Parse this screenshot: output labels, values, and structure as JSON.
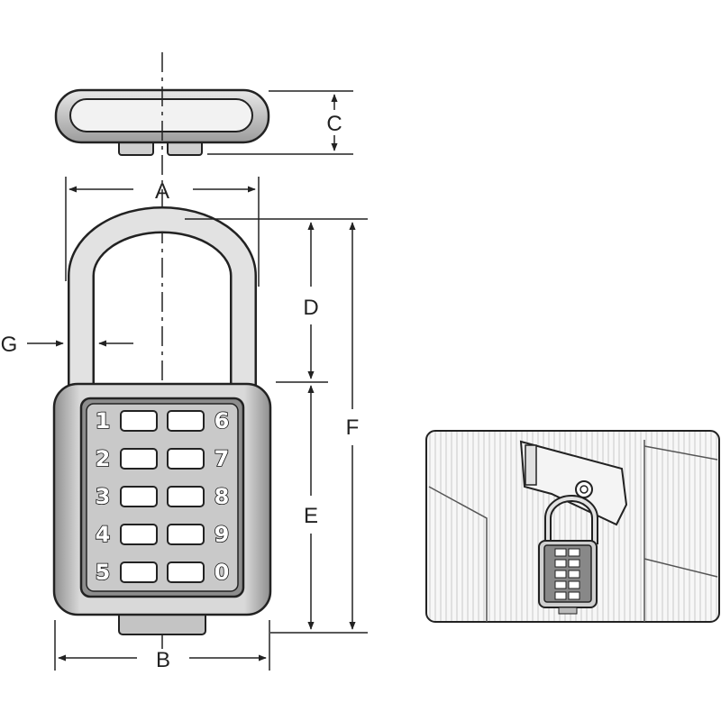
{
  "dimensions": {
    "A": "A",
    "B": "B",
    "C": "C",
    "D": "D",
    "E": "E",
    "F": "F",
    "G": "G"
  },
  "keypad": {
    "left_column": [
      "1",
      "2",
      "3",
      "4",
      "5"
    ],
    "right_column": [
      "6",
      "7",
      "8",
      "9",
      "0"
    ]
  },
  "colors": {
    "line": "#222222",
    "body_fill": "#d4d4d4",
    "body_dark": "#9a9a9a",
    "shackle_fill": "#e2e2e2",
    "key_fill": "#ffffff",
    "inset_frame": "#eeeeee"
  }
}
